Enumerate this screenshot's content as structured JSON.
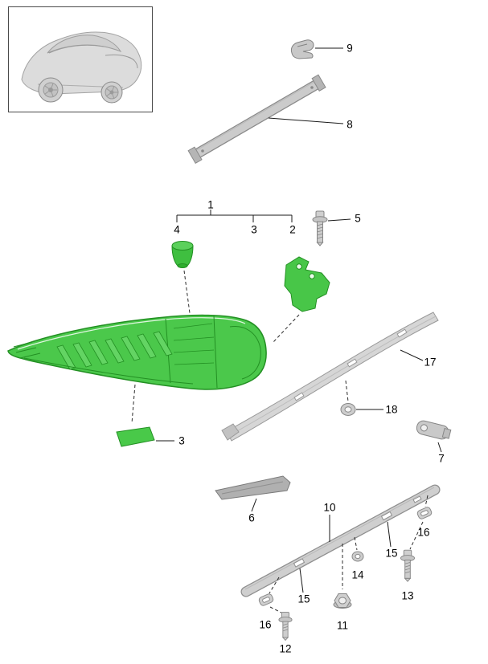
{
  "page": {
    "background": "#ffffff"
  },
  "colors": {
    "highlight_green": "#4bc84b",
    "highlight_green_dark": "#239023",
    "part_gray": "#cdcdcd",
    "part_gray_dark": "#868686",
    "line_black": "#1a1a1a"
  },
  "thumbnail": {
    "description": "vehicle-overview-sketch"
  },
  "highlighted_callouts": [
    "1",
    "2",
    "3",
    "4"
  ],
  "callouts": [
    {
      "num": "9"
    },
    {
      "num": "8"
    },
    {
      "num": "1"
    },
    {
      "num": "4"
    },
    {
      "num": "3"
    },
    {
      "num": "2"
    },
    {
      "num": "5"
    },
    {
      "num": "17"
    },
    {
      "num": "18"
    },
    {
      "num": "7"
    },
    {
      "num": "3"
    },
    {
      "num": "6"
    },
    {
      "num": "10"
    },
    {
      "num": "16"
    },
    {
      "num": "15"
    },
    {
      "num": "14"
    },
    {
      "num": "13"
    },
    {
      "num": "15"
    },
    {
      "num": "11"
    },
    {
      "num": "16"
    },
    {
      "num": "12"
    }
  ]
}
